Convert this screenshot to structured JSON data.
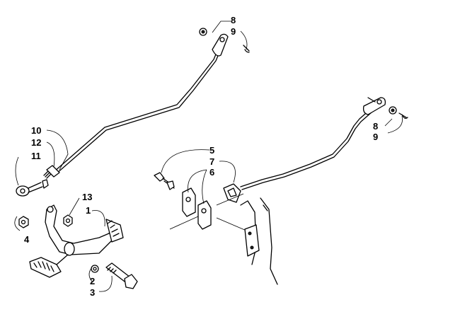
{
  "callouts": {
    "c8_top": "8",
    "c9_top": "9",
    "c8_right": "8",
    "c9_right": "9",
    "c10": "10",
    "c12": "12",
    "c11": "11",
    "c13": "13",
    "c1": "1",
    "c4": "4",
    "c2": "2",
    "c3": "3",
    "c5": "5",
    "c7": "7",
    "c6": "6"
  }
}
